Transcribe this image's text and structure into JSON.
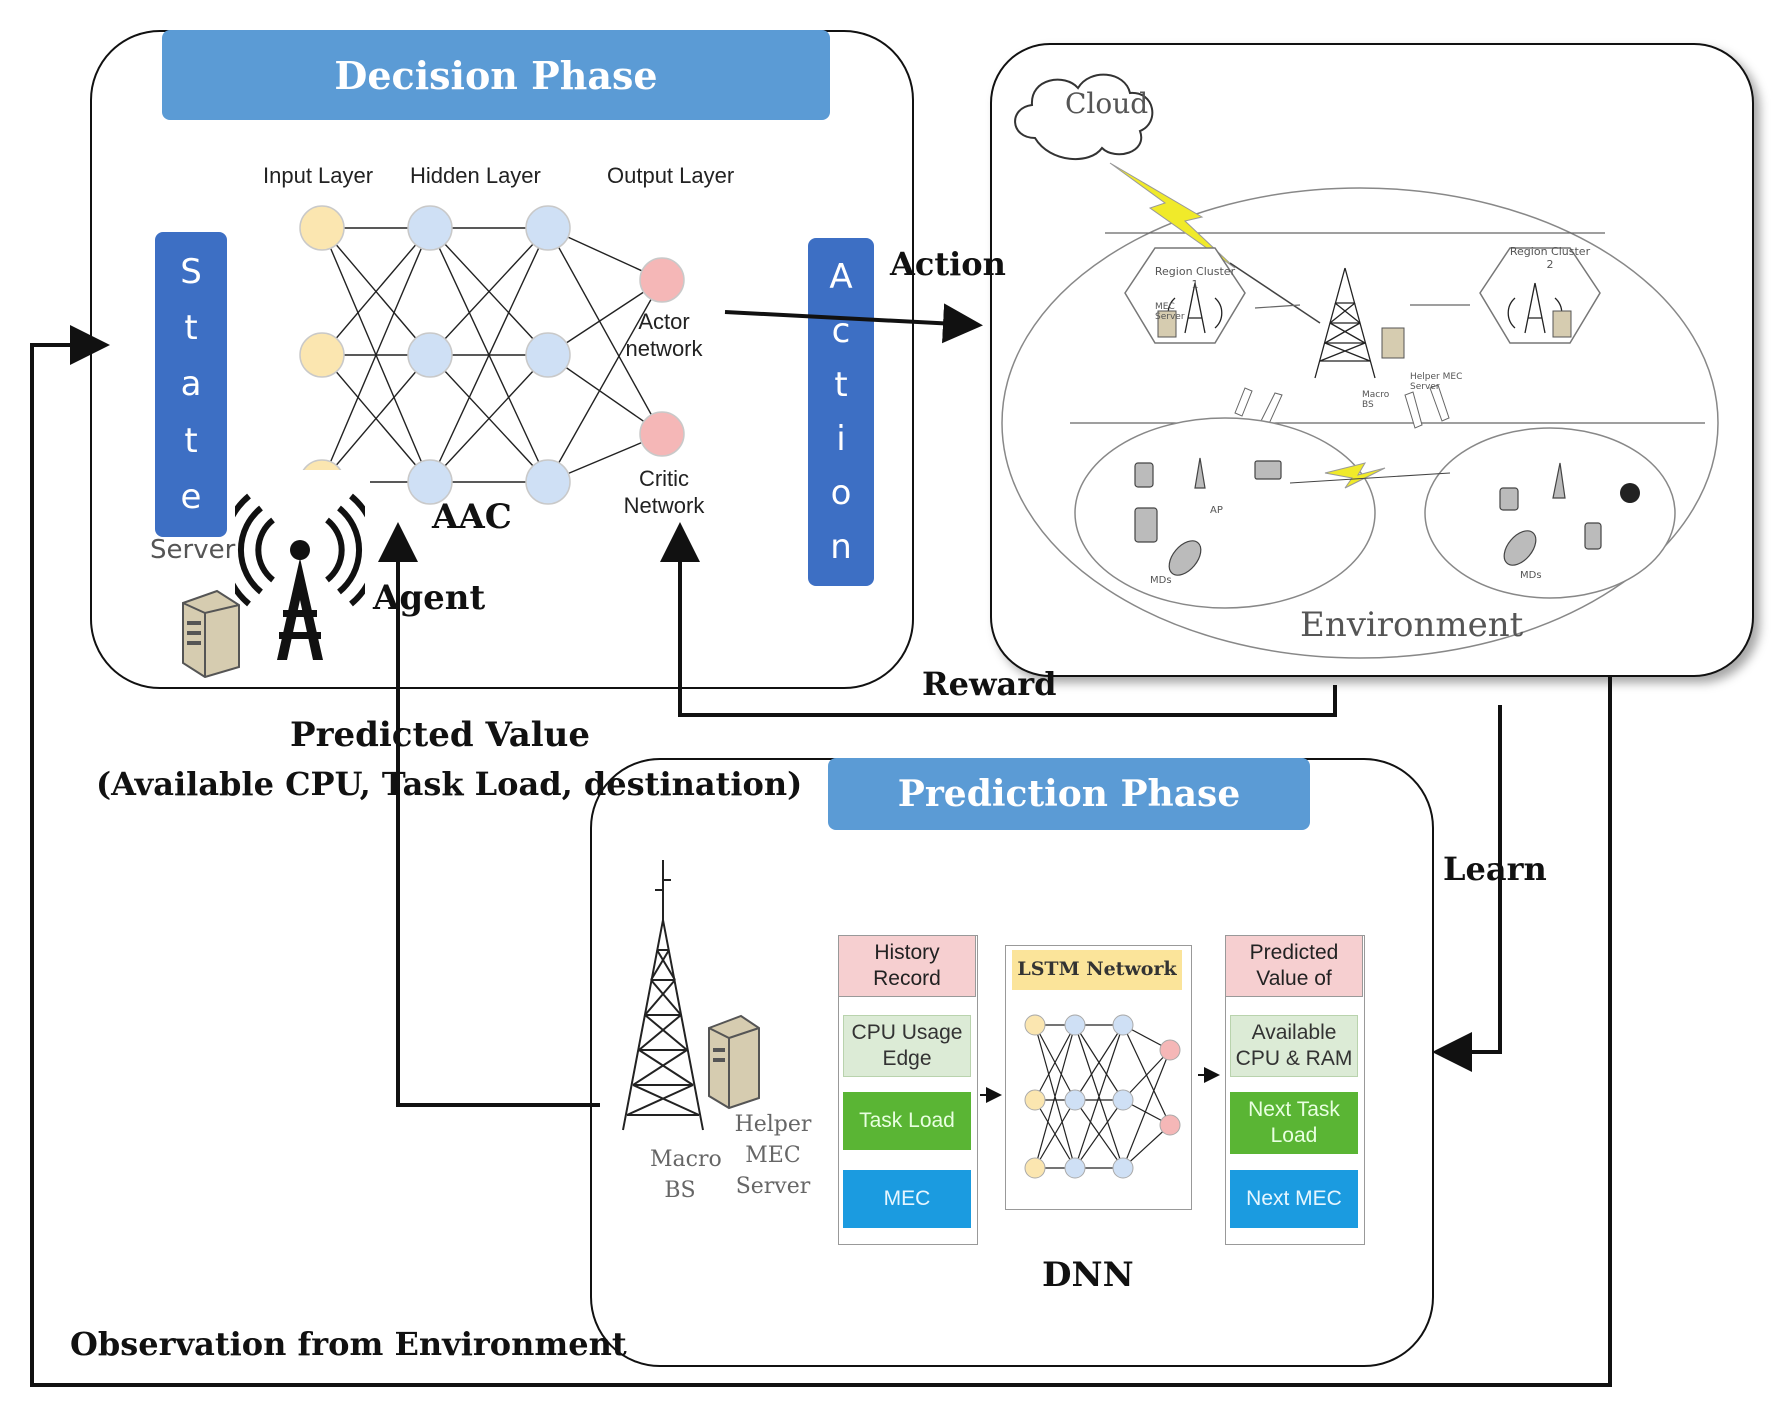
{
  "decision": {
    "banner": "Decision Phase",
    "layers": {
      "input": "Input Layer",
      "hidden": "Hidden Layer",
      "output": "Output Layer"
    },
    "actor": "Actor\nnetwork",
    "critic": "Critic\nNetwork",
    "aac": "AAC",
    "agent": "Agent",
    "server": "Server",
    "state_letters": [
      "S",
      "t",
      "a",
      "t",
      "e"
    ],
    "action_letters": [
      "A",
      "c",
      "t",
      "i",
      "o",
      "n"
    ]
  },
  "environment": {
    "cloud": "Cloud",
    "label": "Environment",
    "region1": "Region Cluster\n1",
    "region2": "Region Cluster\n2",
    "mec_server": "MEC\nServer",
    "macro": "Macro\nBS",
    "helper": "Helper MEC\nServer",
    "mds_left": "MDs",
    "mds_right": "MDs",
    "ap": "AP"
  },
  "prediction": {
    "banner": "Prediction Phase",
    "macro_bs": "Macro\nBS",
    "helper_mec": "Helper MEC\nServer",
    "history_header": "History\nRecord",
    "history_cells": [
      "CPU Usage\nEdge",
      "Task Load",
      "MEC"
    ],
    "lstm_header": "LSTM Network",
    "predicted_header": "Predicted\nValue of",
    "predicted_cells": [
      "Available\nCPU & RAM",
      "Next Task\nLoad",
      "Next MEC"
    ],
    "dnn": "DNN"
  },
  "arrows": {
    "action": "Action",
    "reward": "Reward",
    "learn": "Learn",
    "predicted_value": "Predicted Value",
    "predicted_detail": "(Available CPU, Task Load, destination)",
    "observation": "Observation from Environment"
  },
  "colors": {
    "banner": "#5b9bd5",
    "vbar": "#3d6fc4",
    "input_node": "#fbe6b0",
    "hidden_node": "#cfe0f5",
    "output_node": "#f5b7b7",
    "pink_header": "#f6cfd0",
    "lstm_header": "#fbe49a",
    "light_green": "#dcebd6",
    "green": "#5ab534",
    "blue": "#1b9be0"
  }
}
